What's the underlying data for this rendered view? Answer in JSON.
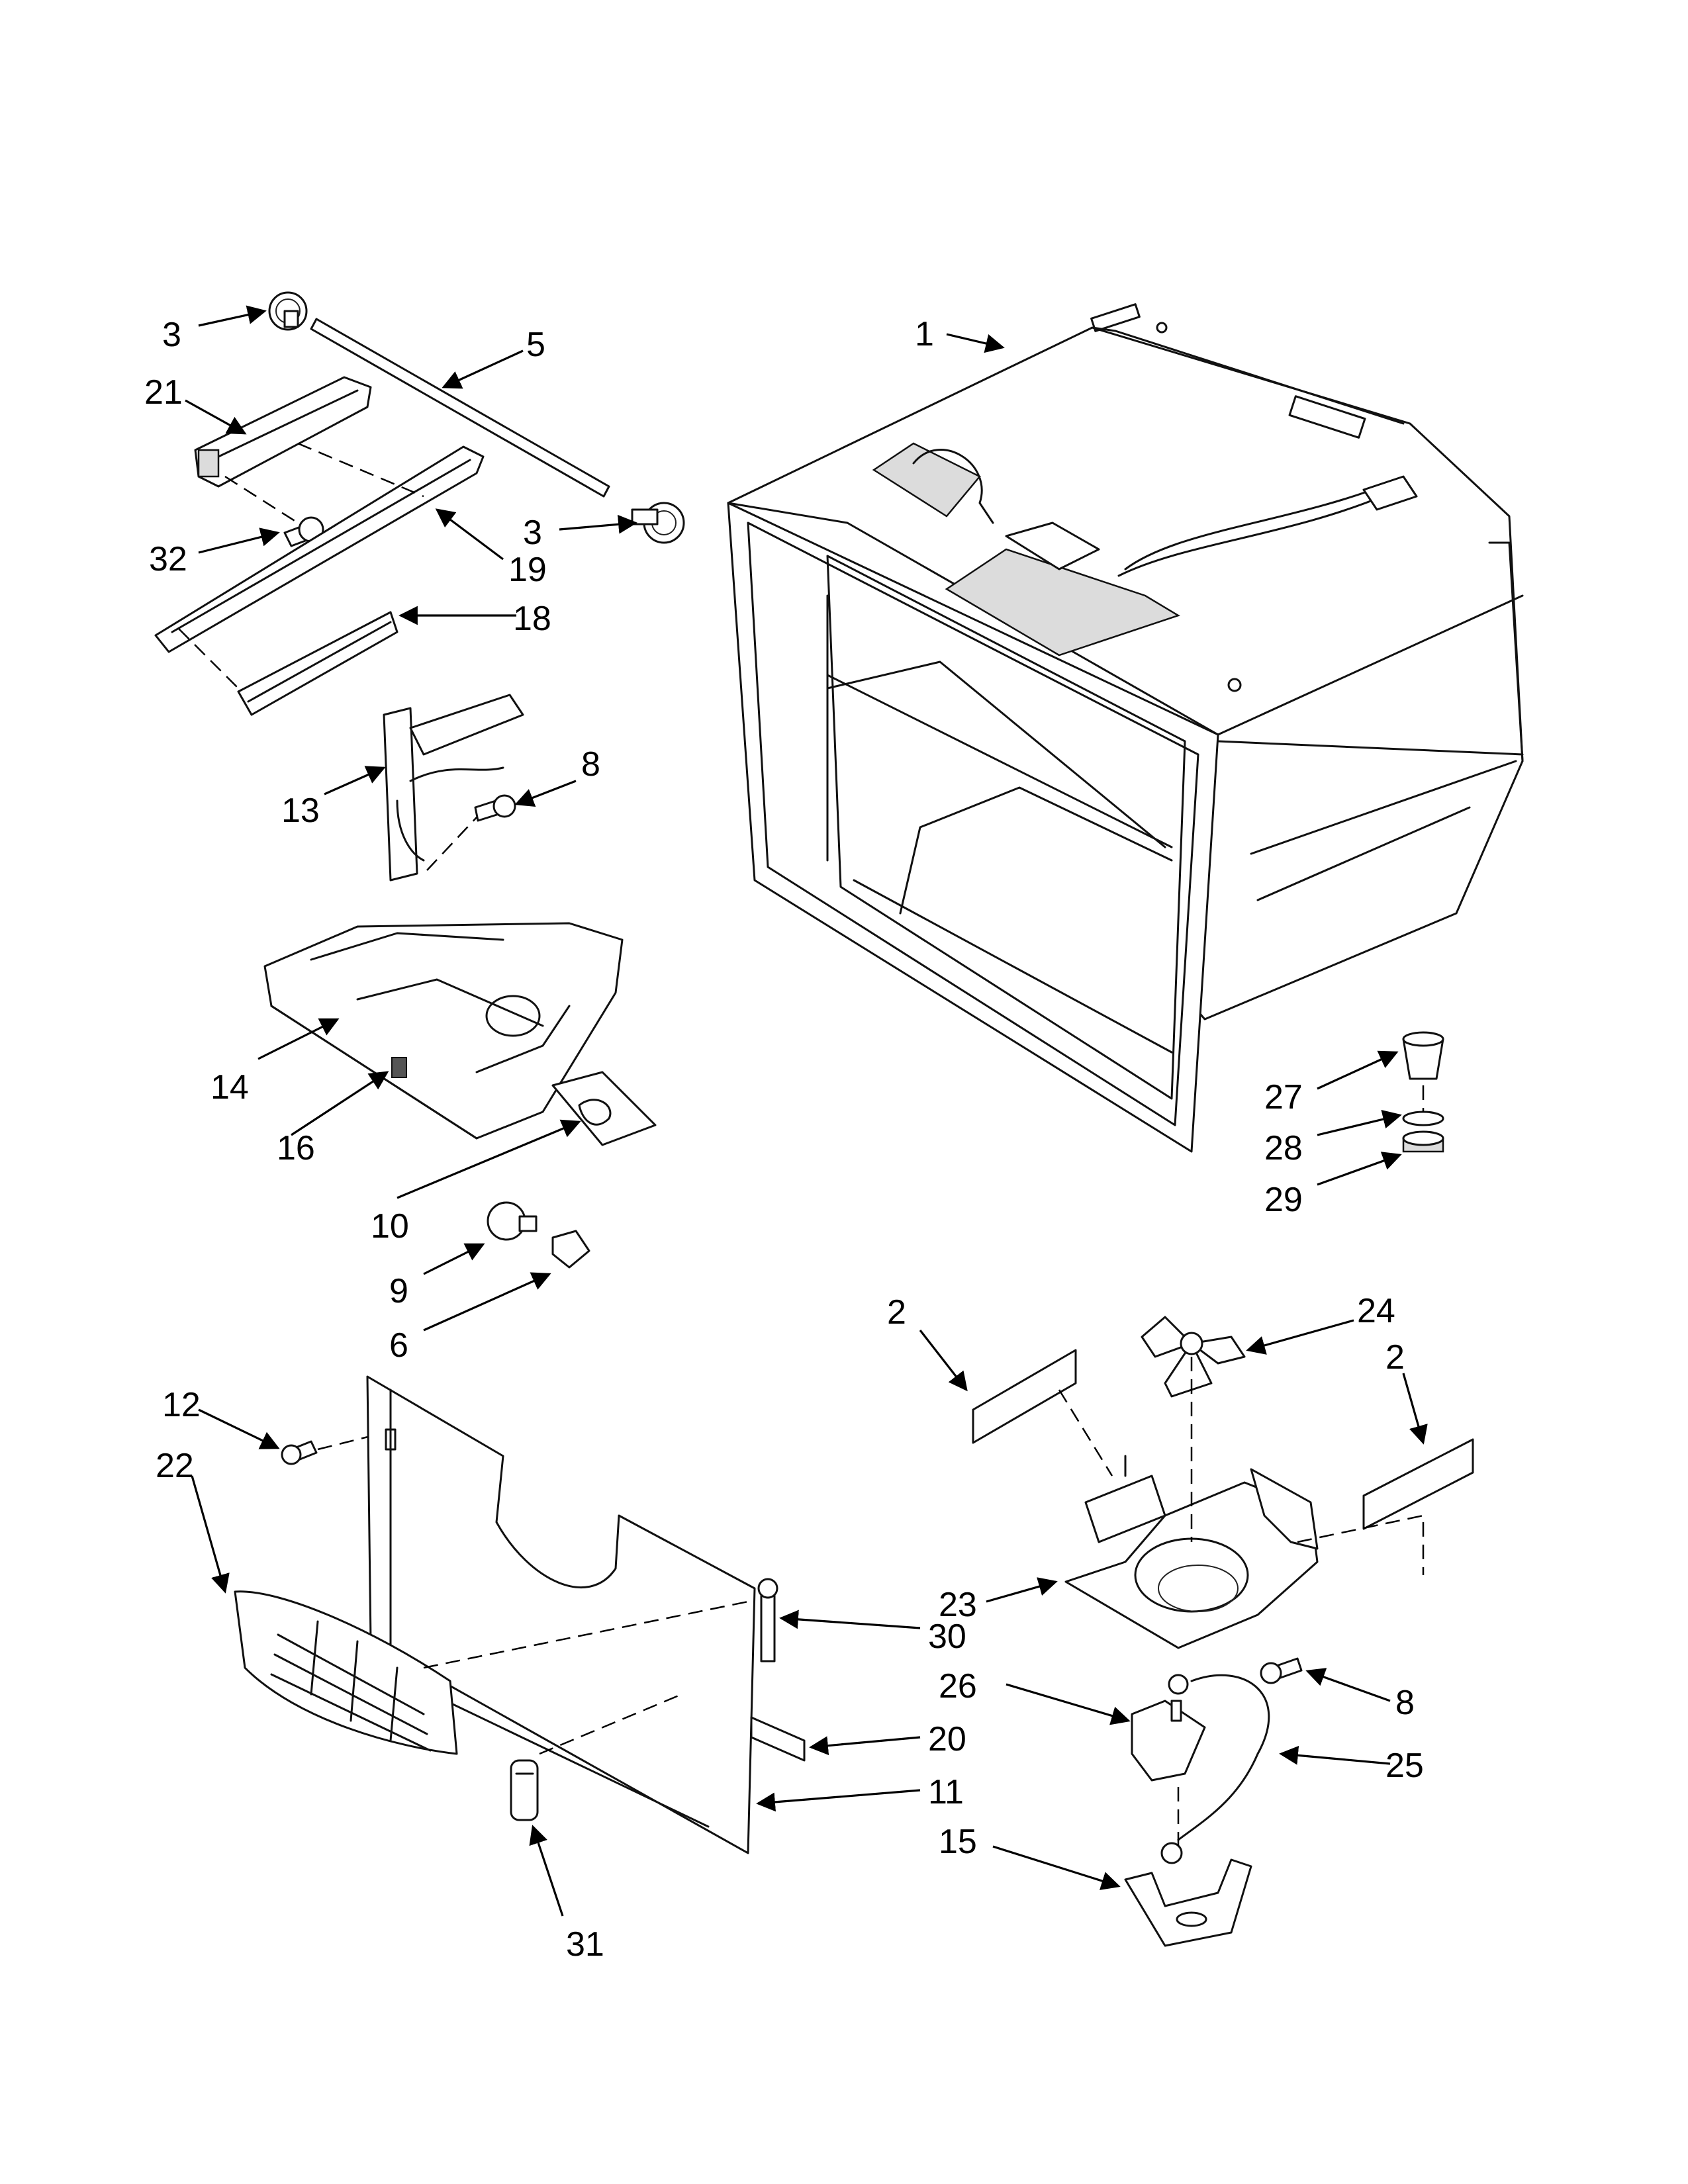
{
  "callouts": {
    "c1": "1",
    "c2a": "2",
    "c2b": "2",
    "c3a": "3",
    "c3b": "3",
    "c5": "5",
    "c6": "6",
    "c8a": "8",
    "c8b": "8",
    "c9": "9",
    "c10": "10",
    "c11": "11",
    "c12": "12",
    "c13": "13",
    "c14": "14",
    "c15": "15",
    "c16": "16",
    "c18": "18",
    "c19": "19",
    "c20": "20",
    "c21": "21",
    "c22": "22",
    "c23": "23",
    "c24": "24",
    "c25": "25",
    "c26": "26",
    "c27": "27",
    "c28": "28",
    "c29": "29",
    "c30": "30",
    "c31": "31",
    "c32": "32"
  }
}
